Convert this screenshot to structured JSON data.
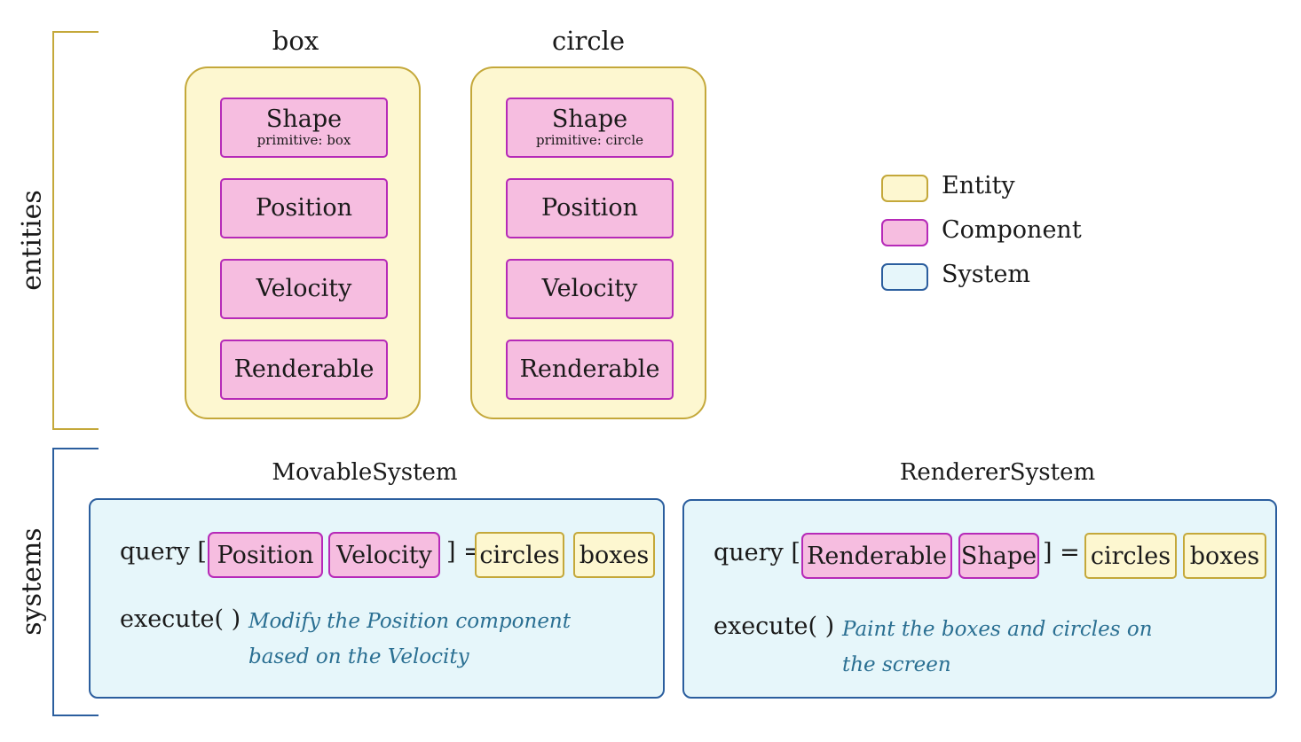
{
  "sections": {
    "entities": "entities",
    "systems": "systems"
  },
  "entities": [
    {
      "name": "box",
      "components": [
        {
          "name": "Shape",
          "detail": "primitive: box"
        },
        {
          "name": "Position"
        },
        {
          "name": "Velocity"
        },
        {
          "name": "Renderable"
        }
      ]
    },
    {
      "name": "circle",
      "components": [
        {
          "name": "Shape",
          "detail": "primitive: circle"
        },
        {
          "name": "Position"
        },
        {
          "name": "Velocity"
        },
        {
          "name": "Renderable"
        }
      ]
    }
  ],
  "legend": [
    {
      "label": "Entity",
      "fill": "#fdf7d0",
      "stroke": "#c4a83a"
    },
    {
      "label": "Component",
      "fill": "#f6bde0",
      "stroke": "#b62ab8"
    },
    {
      "label": "System",
      "fill": "#e6f6fa",
      "stroke": "#2b5e9e"
    }
  ],
  "systems": [
    {
      "name": "MovableSystem",
      "query_prefix": "query [",
      "query_components": [
        "Position",
        "Velocity"
      ],
      "query_suffix": "] =",
      "query_entities": [
        "circles",
        "boxes"
      ],
      "execute_label": "execute( )",
      "description_lines": [
        "Modify the Position component",
        "based on the Velocity"
      ]
    },
    {
      "name": "RendererSystem",
      "query_prefix": "query [",
      "query_components": [
        "Renderable",
        "Shape"
      ],
      "query_suffix": "] =",
      "query_entities": [
        "circles",
        "boxes"
      ],
      "execute_label": "execute( )",
      "description_lines": [
        "Paint the boxes and circles on",
        "the screen"
      ]
    }
  ]
}
